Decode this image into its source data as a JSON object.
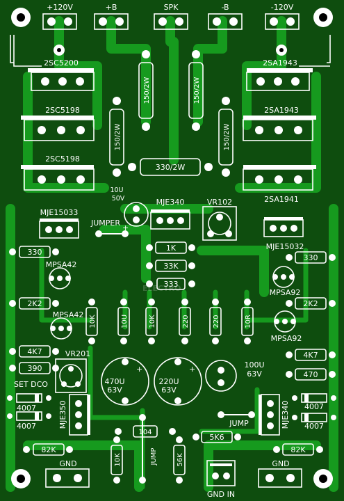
{
  "connectors": {
    "p120": "+120V",
    "pb": "+B",
    "spk": "SPK",
    "mb": "-B",
    "m120": "-120V",
    "gnd_left": "GND",
    "gnd_right": "GND",
    "gnd_in": "GND IN"
  },
  "transistors": {
    "q_2sc5200": "2SC5200",
    "q_2sa1943_top": "2SA1943",
    "q_2sc5198_a": "2SC5198",
    "q_2sa1943_mid": "2SA1943",
    "q_2sc5198_b": "2SC5198",
    "q_2sa1941": "2SA1941",
    "q_mje15033": "MJE15033",
    "q_mje340_top": "MJE340",
    "q_mje15032": "MJE15032",
    "q_mpsa42_a": "MPSA42",
    "q_mpsa42_b": "MPSA42",
    "q_mpsa92_a": "MPSA92",
    "q_mpsa92_b": "MPSA92",
    "q_mje350": "MJE350",
    "q_mje340_bottom": "MJE340"
  },
  "resistors": {
    "r_150_a": "150/2W",
    "r_150_b": "150/2W",
    "r_150_c": "150/2W",
    "r_150_d": "150/2W",
    "r_330_2w": "330/2W",
    "r_1k": "1K",
    "r_33k": "33K",
    "r_333": "333",
    "r_330_left": "330",
    "r_330_right": "330",
    "r_2k2_left": "2K2",
    "r_2k2_right": "2K2",
    "r_10k_a": "10K",
    "r_10u": "10U",
    "r_10k_b": "10K",
    "r_220_a": "220",
    "r_220_b": "220",
    "r_10r": "10R",
    "r_4k7_left": "4K7",
    "r_4k7_right": "4K7",
    "r_390": "390",
    "r_470": "470",
    "r_82k_left": "82K",
    "r_82k_right": "82K",
    "r_5k6": "5K6",
    "r_10k_c": "10K",
    "r_56k": "56K"
  },
  "capacitors": {
    "c_10u_50v_top": "10U",
    "c_10u_50v_bottom": "50V",
    "c_470u_top": "470U",
    "c_470u_bottom": "63V",
    "c_220u_top": "220U",
    "c_220u_bottom": "63V",
    "c_100u_top": "100U",
    "c_100u_bottom": "63V",
    "c_104": "104"
  },
  "misc": {
    "vr102": "VR102",
    "vr201": "VR201",
    "jumper": "JUMPER",
    "jump_right": "JUMP",
    "jump_bottom": "JUMP",
    "set_dco": "SET DCO",
    "d4007_a": "4007",
    "d4007_b": "4007",
    "d4007_c": "4007",
    "d4007_d": "4007",
    "watermark": "ELECTRO"
  },
  "colors": {
    "board_green": "#0e4d0e",
    "trace_green": "#169a1e",
    "silkscreen": "#ffffff"
  }
}
